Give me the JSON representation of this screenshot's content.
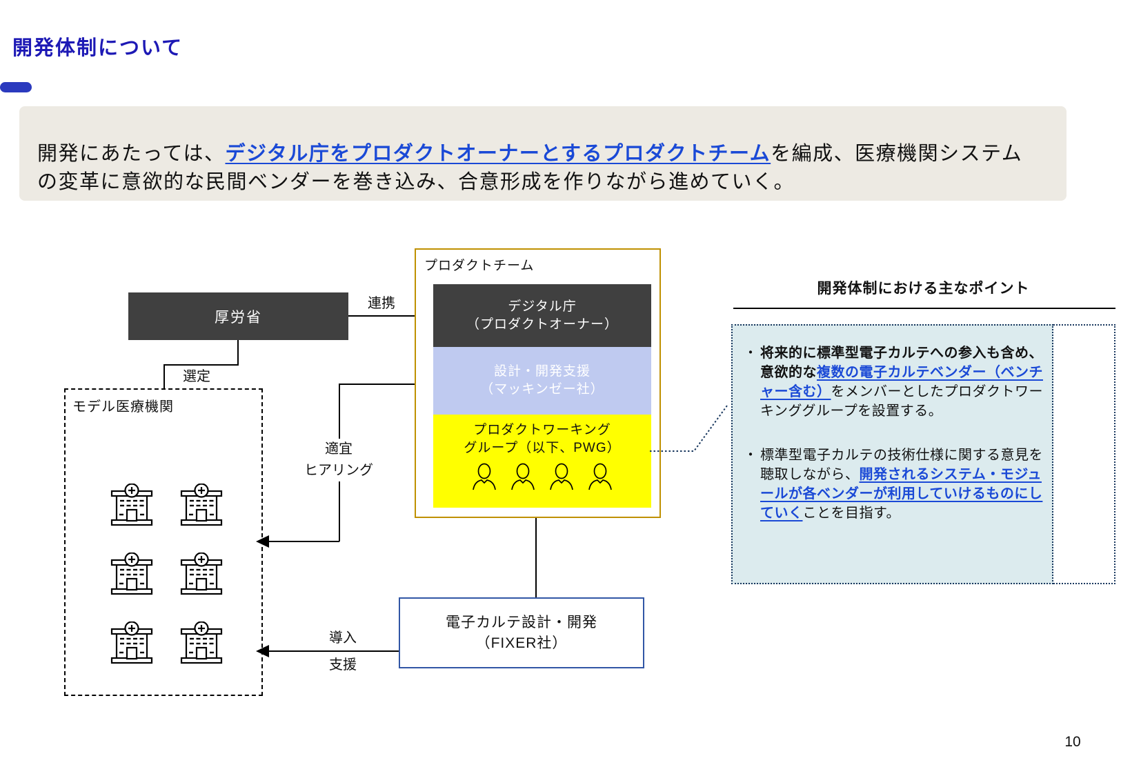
{
  "page": {
    "title": "開発体制について",
    "page_number": "10",
    "colors": {
      "title_blue": "#1d19b5",
      "accent_bar": "#2b3abe",
      "summary_bg": "#edeae3",
      "link_blue": "#1a49d6",
      "dark_box": "#404040",
      "lavender_box": "#bfcaf0",
      "pwg_yellow": "#ffff00",
      "team_border_gold": "#bf9000",
      "fixer_border_blue": "#3156a5",
      "points_bg": "#dcebee",
      "points_border": "#17365d"
    }
  },
  "summary": {
    "segments": [
      {
        "text": "開発にあたっては、",
        "style": "normal"
      },
      {
        "text": "デジタル庁をプロダクトオーナーとするプロダクトチーム",
        "style": "link"
      },
      {
        "text": "を編成、医療機関システムの変革に意欲的な民間ベンダーを巻き込み、合意形成を作りながら進めていく。",
        "style": "normal"
      }
    ]
  },
  "diagram": {
    "mhlw_label": "厚労省",
    "connectors": {
      "renkei": "連携",
      "sentei": "選定",
      "hearing": {
        "lines": [
          "適宜",
          "ヒアリング"
        ]
      },
      "intro": {
        "lines": [
          "導入",
          "支援"
        ]
      }
    },
    "model_hospitals": {
      "title": "モデル医療機関",
      "icon": "hospital-icon",
      "icon_count": 6
    },
    "product_team": {
      "title": "プロダクトチーム",
      "digital_agency": {
        "lines": [
          "デジタル庁",
          "（プロダクトオーナー）"
        ]
      },
      "design_support": {
        "lines": [
          "設計・開発支援",
          "（マッキンゼー社）"
        ]
      },
      "pwg": {
        "lines": [
          "プロダクトワーキング",
          "グループ（以下、PWG）"
        ],
        "member_icon": "person-icon",
        "member_count": 4
      }
    },
    "fixer": {
      "lines": [
        "電子カルテ設計・開発",
        "（FIXER社）"
      ]
    }
  },
  "points_panel": {
    "title": "開発体制における主なポイント",
    "bullet_marker": "・",
    "bullets": [
      {
        "segments": [
          {
            "text": "将来的に標準型電子カルテへの参入も含め、意欲的な",
            "style": "bold"
          },
          {
            "text": "複数の電子カルテベンダー（ベンチャー含む）",
            "style": "link"
          },
          {
            "text": "をメンバーとしたプロダクトワーキンググループを設置する。",
            "style": "normal"
          }
        ]
      },
      {
        "segments": [
          {
            "text": "標準型電子カルテの技術仕様に関する意見を聴取しながら、",
            "style": "normal"
          },
          {
            "text": "開発されるシステム・モジュールが各ベンダーが利用していけるものにしていく",
            "style": "link"
          },
          {
            "text": "ことを目指す。",
            "style": "normal"
          }
        ]
      }
    ]
  }
}
